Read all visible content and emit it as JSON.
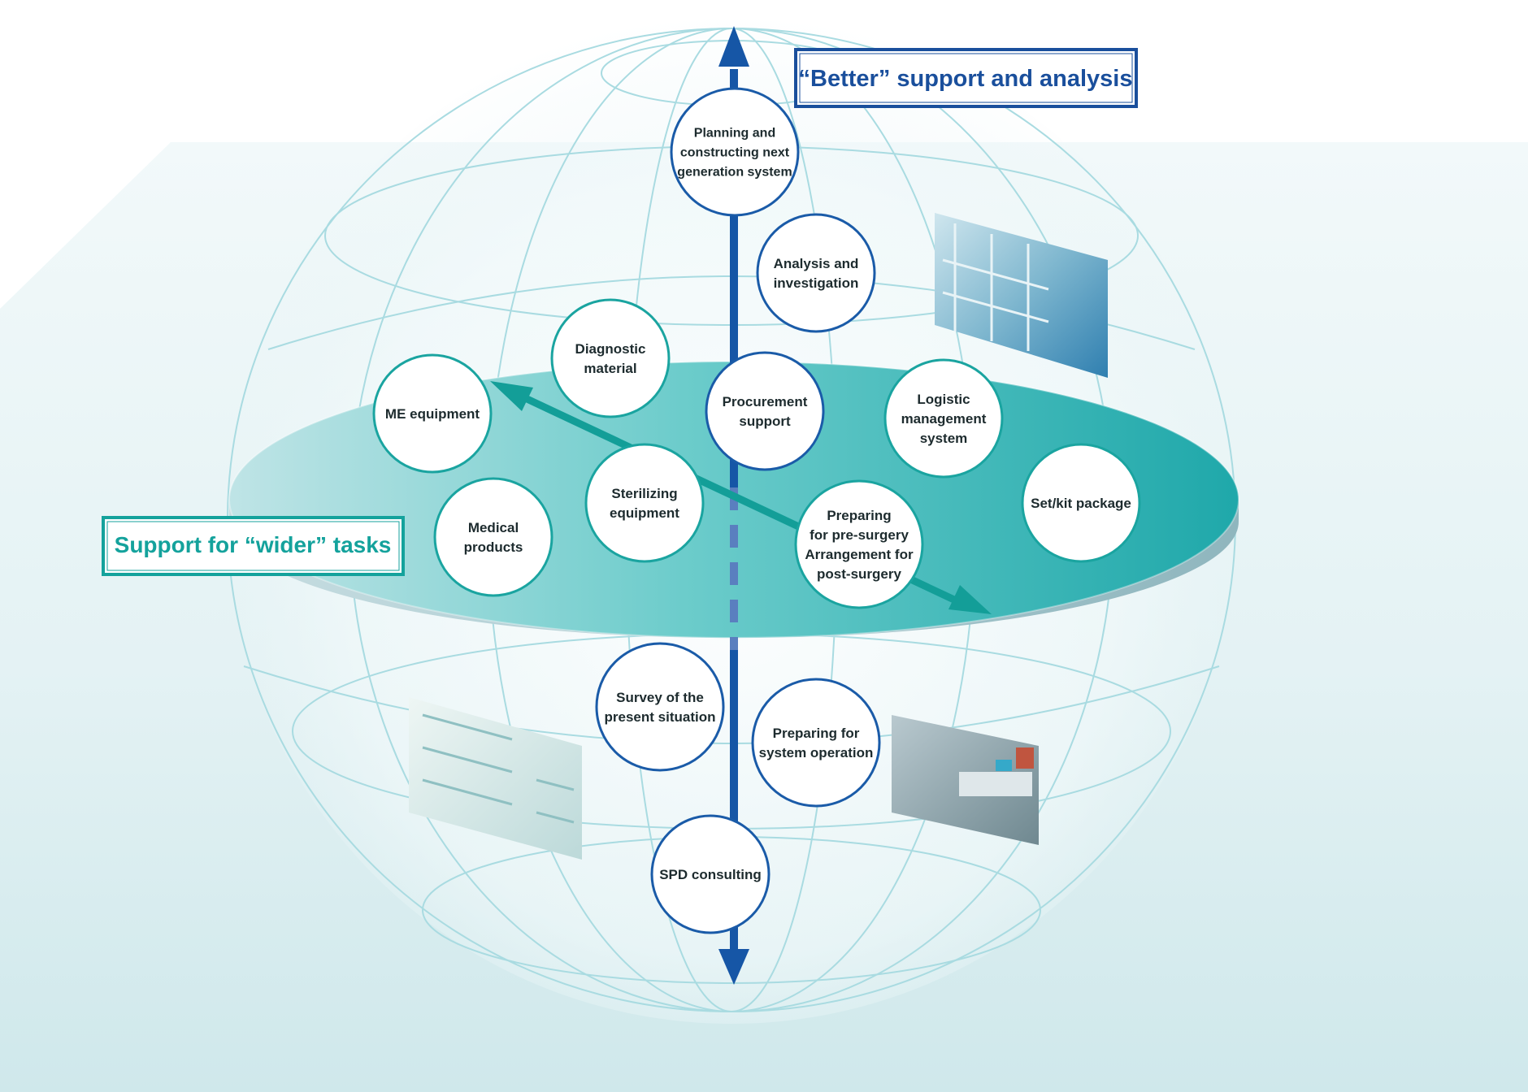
{
  "colors": {
    "background_top": "#ffffff",
    "background_band": "#e6f3f5",
    "sphere_grid": "#a9dbe1",
    "disc_top": "#2bb3b4",
    "disc_rim": "#9bbfc6",
    "vertical_arrow": "#1656a6",
    "horizontal_arrow": "#139e98",
    "node_border_blue": "#1a5ba8",
    "node_border_teal": "#1aa4a0",
    "callout_blue": "#1a4f9c",
    "callout_teal": "#14a29c"
  },
  "callouts": {
    "vertical": "“Better” support and analysis",
    "horizontal": "Support for “wider” tasks"
  },
  "nodes": {
    "planning": [
      "Planning and",
      "constructing next",
      "generation system"
    ],
    "analysis": [
      "Analysis and",
      "investigation"
    ],
    "diagnostic": [
      "Diagnostic",
      "material"
    ],
    "procurement": [
      "Procurement",
      "support"
    ],
    "logistic": [
      "Logistic",
      "management",
      "system"
    ],
    "me_equipment": [
      "ME equipment"
    ],
    "sterilizing": [
      "Sterilizing",
      "equipment"
    ],
    "preparing_surgery": [
      "Preparing",
      "for pre-surgery",
      "Arrangement for",
      "post-surgery"
    ],
    "set_kit": [
      "Set/kit package"
    ],
    "medical_products": [
      "Medical",
      "products"
    ],
    "survey": [
      "Survey of the",
      "present situation"
    ],
    "preparing_operation": [
      "Preparing for",
      "system operation"
    ],
    "spd": [
      "SPD consulting"
    ]
  },
  "photos": [
    {
      "subject": "hospital-storage-room-photo"
    },
    {
      "subject": "pharmacy-shelves-photo"
    },
    {
      "subject": "sterile-supply-room-photo"
    }
  ]
}
